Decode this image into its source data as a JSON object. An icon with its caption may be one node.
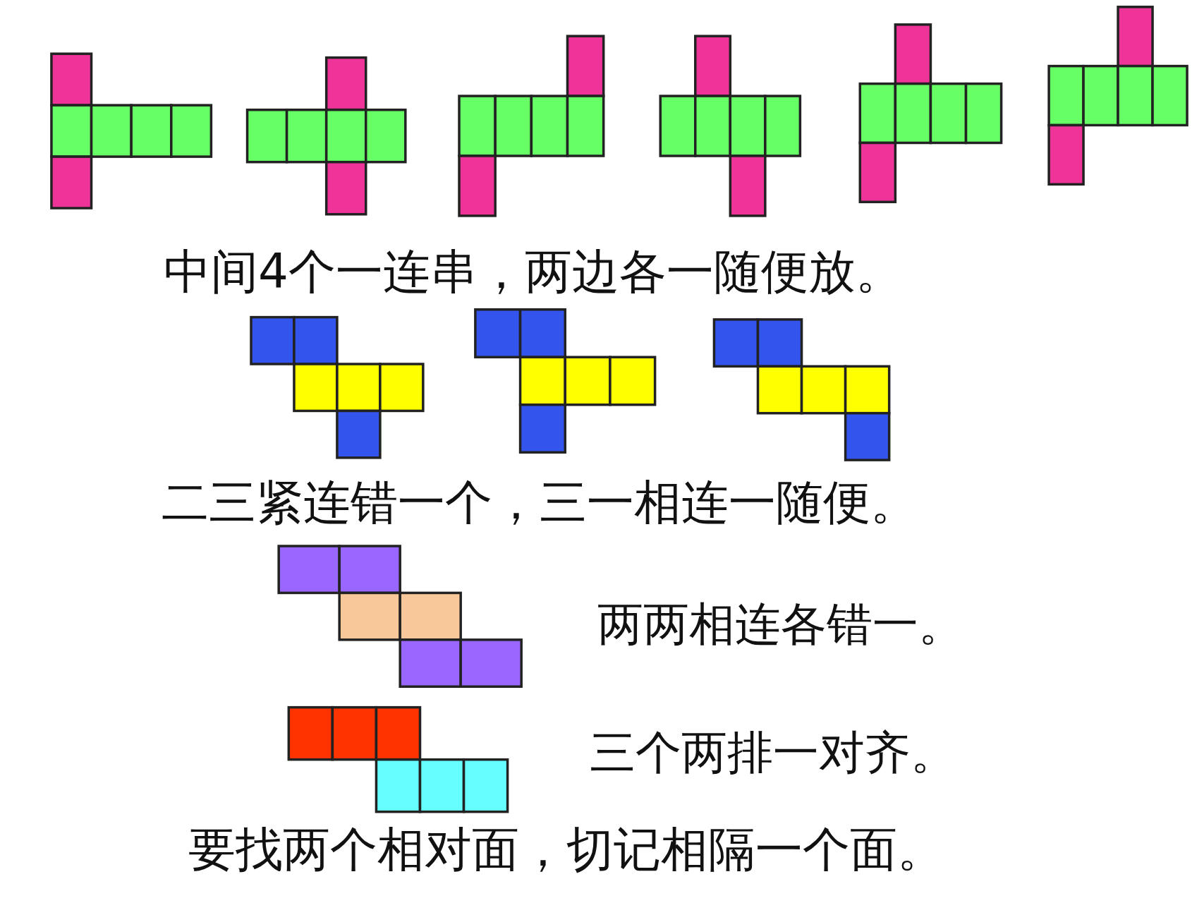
{
  "diagram": {
    "labels": [
      "中间4个一连串，两边各一随便放。",
      "二三紧连错一个，三一相连一随便。",
      "两两相连各错一。",
      "三个两排一对齐。",
      "要找两个相对面，切记相隔一个面。"
    ]
  }
}
